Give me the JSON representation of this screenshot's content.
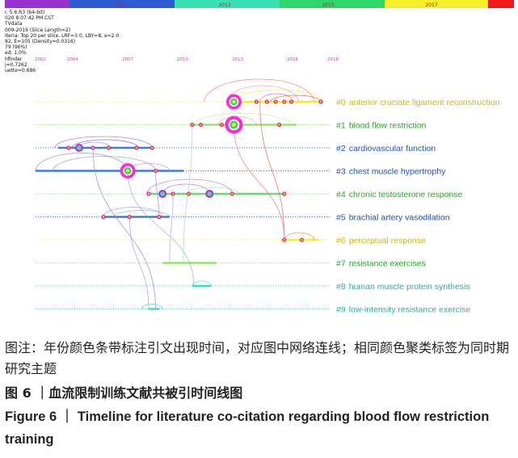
{
  "params_lines": [
    "r. 5.6.R3 (64-bit)",
    "020 8:07:42 PM CST",
    "TVdata",
    "009-2019 (Slice Length=2)",
    "iteria: Top 20 per slice, LRF=3.0, LBY=8, e=2.0",
    "82, E=105 (Density=0.0316)",
    "79 (96%)",
    "ed: 1.0%",
    "hfinder",
    "j=0.7262",
    "uette=0.686"
  ],
  "chart_data": {
    "type": "timeline",
    "color_bar": {
      "segments": [
        {
          "color": "#9932cc"
        },
        {
          "color": "#2f5bd3"
        },
        {
          "color": "#38e0b4"
        },
        {
          "color": "#2fd66a"
        },
        {
          "color": "#f3f02a"
        },
        {
          "color": "#f01818"
        }
      ],
      "labels": [
        {
          "year": 2011,
          "text": "2011",
          "color": "#c02020"
        },
        {
          "year": 2013,
          "text": "2013",
          "color": "#c02020"
        },
        {
          "year": 2015,
          "text": "2015",
          "color": "#c02020"
        },
        {
          "year": 2017,
          "text": "2017",
          "color": "#c02020"
        }
      ]
    },
    "year_ticks": [
      2002,
      2004,
      2007,
      2010,
      2013,
      2016,
      2018
    ],
    "x_range": [
      2001.5,
      2018.5
    ],
    "clusters": [
      {
        "id": "#0",
        "name": "anterior cruciate ligament reconstruction",
        "color": "#c9b90a",
        "line_color": "#f5ef2a",
        "dotted_from": 2001.5,
        "solid_from": 2012.5,
        "solid_to": 2018.0,
        "nodes": [
          {
            "x": 2012.9,
            "size": 3
          },
          {
            "x": 2014.2,
            "size": 1
          },
          {
            "x": 2014.8,
            "size": 1
          },
          {
            "x": 2015.3,
            "size": 1
          },
          {
            "x": 2015.8,
            "size": 1
          },
          {
            "x": 2016.2,
            "size": 1
          },
          {
            "x": 2017.9,
            "size": 1
          }
        ]
      },
      {
        "id": "#1",
        "name": "blood flow restriction",
        "color": "#28a828",
        "line_color": "#8fe86a",
        "dotted_from": 2001.5,
        "solid_from": 2010.5,
        "solid_to": 2016.5,
        "nodes": [
          {
            "x": 2010.5,
            "size": 1
          },
          {
            "x": 2011.0,
            "size": 1
          },
          {
            "x": 2012.2,
            "size": 1
          },
          {
            "x": 2012.9,
            "size": 4
          },
          {
            "x": 2015.5,
            "size": 1
          }
        ]
      },
      {
        "id": "#2",
        "name": "cardiovascular function",
        "color": "#1f50c8",
        "line_color": "#3b7be0",
        "dotted_from": 2001.5,
        "solid_from": 2002.8,
        "solid_to": 2008.2,
        "nodes": [
          {
            "x": 2003.4,
            "size": 1
          },
          {
            "x": 2004.0,
            "size": 2
          },
          {
            "x": 2004.8,
            "size": 1
          },
          {
            "x": 2005.7,
            "size": 1
          },
          {
            "x": 2007.3,
            "size": 1
          },
          {
            "x": 2008.2,
            "size": 1
          }
        ]
      },
      {
        "id": "#3",
        "name": "chest muscle hypertrophy",
        "color": "#1f50c8",
        "line_color": "#3b7be0",
        "dotted_from": 2001.5,
        "solid_from": 2001.5,
        "solid_to": 2010.0,
        "nodes": [
          {
            "x": 2006.8,
            "size": 3
          },
          {
            "x": 2008.4,
            "size": 1
          }
        ]
      },
      {
        "id": "#4",
        "name": "chronic testosterone response",
        "color": "#28a828",
        "line_color": "#6cd870",
        "dotted_from": 2001.5,
        "solid_from": 2008.0,
        "solid_to": 2015.8,
        "nodes": [
          {
            "x": 2008.0,
            "size": 1
          },
          {
            "x": 2008.8,
            "size": 2
          },
          {
            "x": 2009.4,
            "size": 1
          },
          {
            "x": 2010.3,
            "size": 1
          },
          {
            "x": 2011.5,
            "size": 2
          },
          {
            "x": 2012.8,
            "size": 1
          },
          {
            "x": 2015.8,
            "size": 1
          }
        ]
      },
      {
        "id": "#5",
        "name": "brachial artery vasodilation",
        "color": "#1f50c8",
        "line_color": "#3b7be0",
        "dotted_from": 2001.5,
        "solid_from": 2005.4,
        "solid_to": 2009.2,
        "nodes": [
          {
            "x": 2005.4,
            "size": 1
          },
          {
            "x": 2006.9,
            "size": 1
          },
          {
            "x": 2008.6,
            "size": 1
          }
        ]
      },
      {
        "id": "#6",
        "name": "perceptual response",
        "color": "#c9b90a",
        "line_color": "#f5ef2a",
        "dotted_from": 2001.5,
        "solid_from": 2015.6,
        "solid_to": 2017.8,
        "nodes": [
          {
            "x": 2015.8,
            "size": 1
          },
          {
            "x": 2016.8,
            "size": 1
          }
        ]
      },
      {
        "id": "#7",
        "name": "resistance exercises",
        "color": "#28a828",
        "line_color": "#8fe86a",
        "dotted_from": 2001.5,
        "solid_from": 2008.8,
        "solid_to": 2011.9,
        "nodes": []
      },
      {
        "id": "#8",
        "name": "human muscle protein synthesis",
        "color": "#28b0a0",
        "line_color": "#38e0b4",
        "dotted_from": 2001.5,
        "solid_from": 2010.5,
        "solid_to": 2011.6,
        "nodes": []
      },
      {
        "id": "#9",
        "name": "low-intensity resistance exercise",
        "color": "#28b0a0",
        "line_color": "#38e0b4",
        "dotted_from": 2001.5,
        "solid_from": 2008.0,
        "solid_to": 2008.6,
        "nodes": []
      }
    ],
    "arcs": [
      {
        "row": 0,
        "x1": 2011.2,
        "x2": 2017.5,
        "h": 28,
        "color": "#f08080"
      },
      {
        "row": 0,
        "x1": 2012.5,
        "x2": 2016.6,
        "h": 20,
        "color": "#f0a0a0"
      },
      {
        "row": 0,
        "x1": 2012.9,
        "x2": 2018.0,
        "h": 15,
        "color": "#f5ef2a"
      },
      {
        "row": 0,
        "x1": 2014.4,
        "x2": 2016.3,
        "h": 10,
        "color": "#f07070"
      },
      {
        "row": 0,
        "x1": 2015.0,
        "x2": 2017.9,
        "h": 8,
        "color": "#e05050"
      },
      {
        "row": 1,
        "x1": 2010.6,
        "x2": 2016.2,
        "h": 14,
        "color": "#b8f0a0"
      },
      {
        "row": 1,
        "x1": 2012.0,
        "x2": 2014.2,
        "h": 10,
        "color": "#f0a0a0"
      },
      {
        "row": 2,
        "x1": 2002.6,
        "x2": 2008.2,
        "h": 14,
        "color": "#a070e0"
      },
      {
        "row": 2,
        "x1": 2003.6,
        "x2": 2007.4,
        "h": 10,
        "color": "#9060d0"
      },
      {
        "row": 2,
        "x1": 2004.0,
        "x2": 2005.8,
        "h": 7,
        "color": "#b080f0"
      },
      {
        "row": 3,
        "x1": 2001.5,
        "x2": 2006.8,
        "h": 22,
        "color": "#a080e0"
      },
      {
        "row": 3,
        "x1": 2002.5,
        "x2": 2008.4,
        "h": 18,
        "color": "#8aa0f0"
      },
      {
        "row": 3,
        "x1": 2006.8,
        "x2": 2009.2,
        "h": 9,
        "color": "#c090f0"
      },
      {
        "row": 4,
        "x1": 2007.9,
        "x2": 2012.8,
        "h": 18,
        "color": "#c080d0"
      },
      {
        "row": 4,
        "x1": 2008.8,
        "x2": 2011.5,
        "h": 12,
        "color": "#c070c0"
      },
      {
        "row": 4,
        "x1": 2010.2,
        "x2": 2013.2,
        "h": 8,
        "color": "#a0e0a0"
      },
      {
        "row": 5,
        "x1": 2005.4,
        "x2": 2008.8,
        "h": 12,
        "color": "#b090f0"
      },
      {
        "row": 5,
        "x1": 2006.0,
        "x2": 2009.2,
        "h": 8,
        "color": "#80b0f0"
      },
      {
        "row": 6,
        "x1": 2015.8,
        "x2": 2017.5,
        "h": 9,
        "color": "#f08080"
      },
      {
        "row": 6,
        "x1": 2016.6,
        "x2": 2017.6,
        "h": 6,
        "color": "#f5ef2a"
      },
      {
        "row": 8,
        "x1": 2010.5,
        "x2": 2011.6,
        "h": 6,
        "color": "#38e0b4"
      },
      {
        "row": 9,
        "x1": 2007.6,
        "x2": 2008.8,
        "h": 6,
        "color": "#38e0b4"
      }
    ],
    "links": [
      {
        "from_row": 0,
        "from_x": 2014.4,
        "to_row": 6,
        "to_x": 2015.8,
        "color": "#f06060"
      },
      {
        "from_row": 1,
        "from_x": 2012.9,
        "to_row": 6,
        "to_x": 2015.8,
        "color": "#f07070"
      },
      {
        "from_row": 1,
        "from_x": 2010.5,
        "to_row": 7,
        "to_x": 2010.0,
        "color": "#a0e0a0"
      },
      {
        "from_row": 2,
        "from_x": 2004.8,
        "to_row": 9,
        "to_x": 2008.4,
        "color": "#a080e0"
      },
      {
        "from_row": 3,
        "from_x": 2006.8,
        "to_row": 8,
        "to_x": 2010.6,
        "color": "#a0a0f0"
      },
      {
        "from_row": 4,
        "from_x": 2009.4,
        "to_row": 7,
        "to_x": 2009.2,
        "color": "#c0a0e0"
      },
      {
        "from_row": 3,
        "from_x": 2008.4,
        "to_row": 5,
        "to_x": 2008.6,
        "color": "#9090f0"
      },
      {
        "from_row": 5,
        "from_x": 2006.9,
        "to_row": 9,
        "to_x": 2008.0,
        "color": "#b090f0"
      }
    ]
  },
  "caption": {
    "note": "图注：年份颜色条带标注引文出现时间，对应图中网络连线；相同颜色聚类标签为同时期研究主题",
    "title_cn": "图 6 ｜血流限制训练文献共被引时间线图",
    "title_en": "Figure 6 ｜ Timeline for literature co-citation regarding blood flow restriction  training"
  }
}
